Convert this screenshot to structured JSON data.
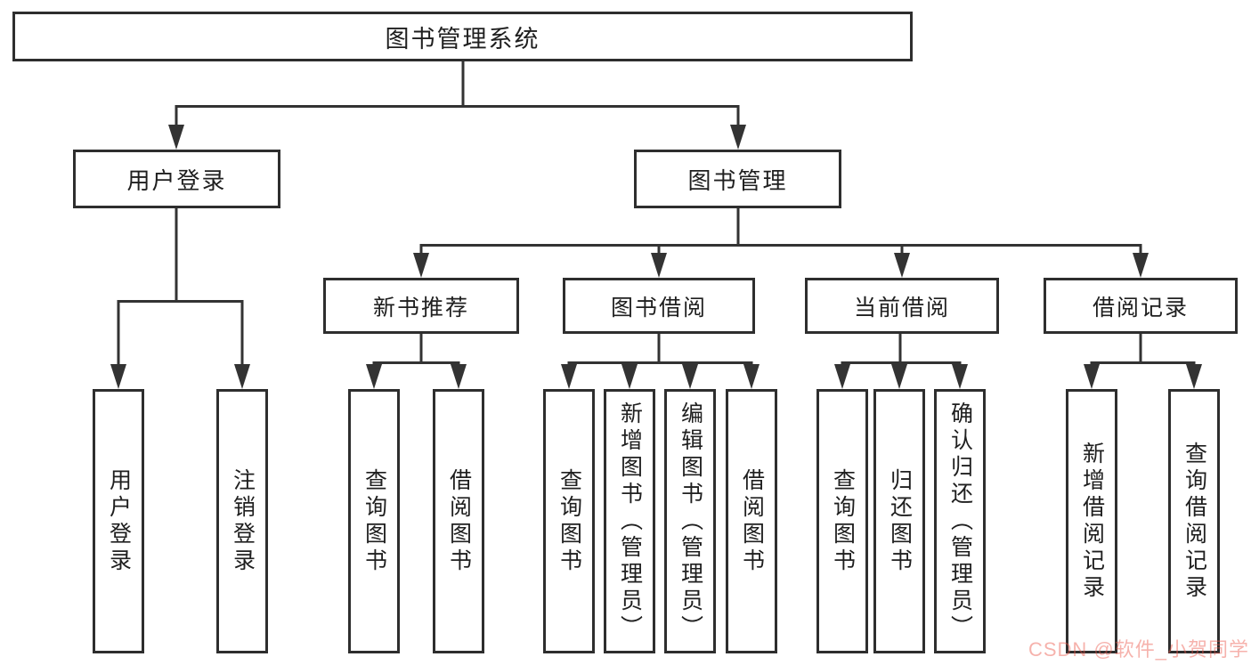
{
  "diagram_title": "图书管理系统",
  "tree": {
    "root": "图书管理系统",
    "branches": [
      {
        "label": "用户登录",
        "children": [
          "用户登录",
          "注销登录"
        ]
      },
      {
        "label": "图书管理",
        "sections": [
          {
            "label": "新书推荐",
            "children": [
              "查询图书",
              "借阅图书"
            ]
          },
          {
            "label": "图书借阅",
            "children": [
              "查询图书",
              "新增图书（管理员）",
              "编辑图书（管理员）",
              "借阅图书"
            ]
          },
          {
            "label": "当前借阅",
            "children": [
              "查询图书",
              "归还图书",
              "确认归还（管理员）"
            ]
          },
          {
            "label": "借阅记录",
            "children": [
              "新增借阅记录",
              "查询借阅记录"
            ]
          }
        ]
      }
    ]
  },
  "watermark": {
    "text": "CSDN @软件_小贺同学",
    "color": "#eb5548"
  },
  "colors": {
    "line": "#333333",
    "box_border": "#2e2e2e",
    "text": "#1f1f1f",
    "background": "#ffffff"
  }
}
